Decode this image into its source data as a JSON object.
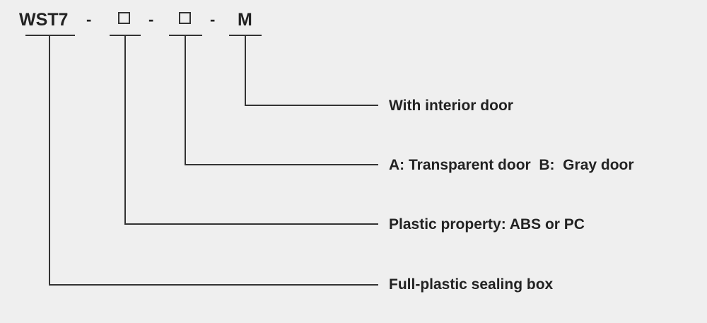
{
  "model_code": {
    "prefix": "WST7",
    "separator": "-",
    "suffix": "M"
  },
  "labels": {
    "interior_door": "With interior door",
    "door_type": "A: Transparent door  B:  Gray door",
    "plastic_property": "Plastic property: ABS or PC",
    "box_type": "Full-plastic sealing box"
  },
  "colors": {
    "background": "#efefef",
    "lines": "#333333",
    "text": "#222222"
  }
}
